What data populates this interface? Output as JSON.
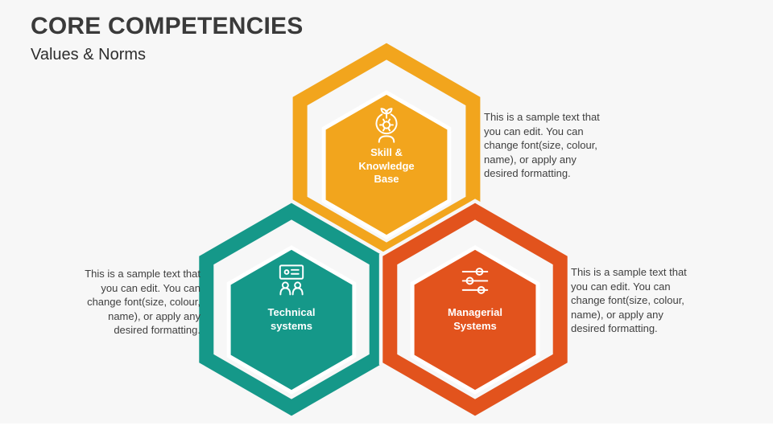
{
  "slide": {
    "title": "CORE COMPETENCIES",
    "subtitle": "Values & Norms",
    "background_color": "#F7F7F7"
  },
  "sample_text": "This is a sample text that\nyou can edit. You can\nchange font(size, colour,\nname), or apply any\ndesired formatting.",
  "hexagons": [
    {
      "id": "skill-knowledge-base",
      "label": "Skill &\nKnowledge\nBase",
      "color": "#F2A51D",
      "icon": "head-knowledge-icon",
      "text_side": "right"
    },
    {
      "id": "technical-systems",
      "label": "Technical\nsystems",
      "color": "#159889",
      "icon": "presentation-team-icon",
      "text_side": "left"
    },
    {
      "id": "managerial-systems",
      "label": "Managerial\nSystems",
      "color": "#E2531D",
      "icon": "sliders-icon",
      "text_side": "right"
    }
  ]
}
